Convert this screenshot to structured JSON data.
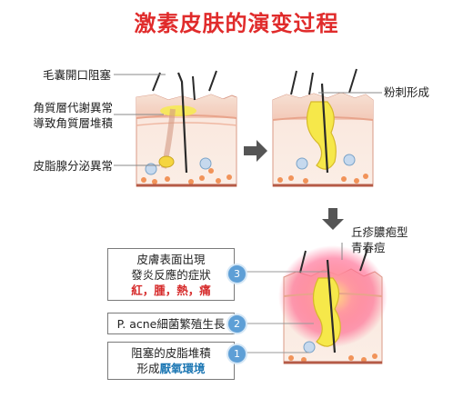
{
  "title": "激素皮肤的演变过程",
  "labels": {
    "pore_blocked": "毛囊開口阻塞",
    "keratin_line1": "角質層代謝異常",
    "keratin_line2": "導致角質層堆積",
    "sebum": "皮脂腺分泌異常",
    "comedone": "粉刺形成",
    "papule_line1": "丘疹膿疱型",
    "papule_line2": "青春痘"
  },
  "steps": [
    {
      "number": "3",
      "line1": "皮膚表面出現",
      "line2": "發炎反應的症狀",
      "highlight": "紅，腫，熱，痛"
    },
    {
      "number": "2",
      "text": "P. acne細菌繁殖生長"
    },
    {
      "number": "1",
      "line1": "阻塞的皮脂堆積",
      "line2_prefix": "形成",
      "highlight": "厭氧環境"
    }
  ],
  "colors": {
    "title": "#e02b2b",
    "step_badge": "#5e9fd6",
    "highlight_red": "#d62b2b",
    "highlight_blue": "#1e78b4",
    "arrow": "#555555"
  }
}
